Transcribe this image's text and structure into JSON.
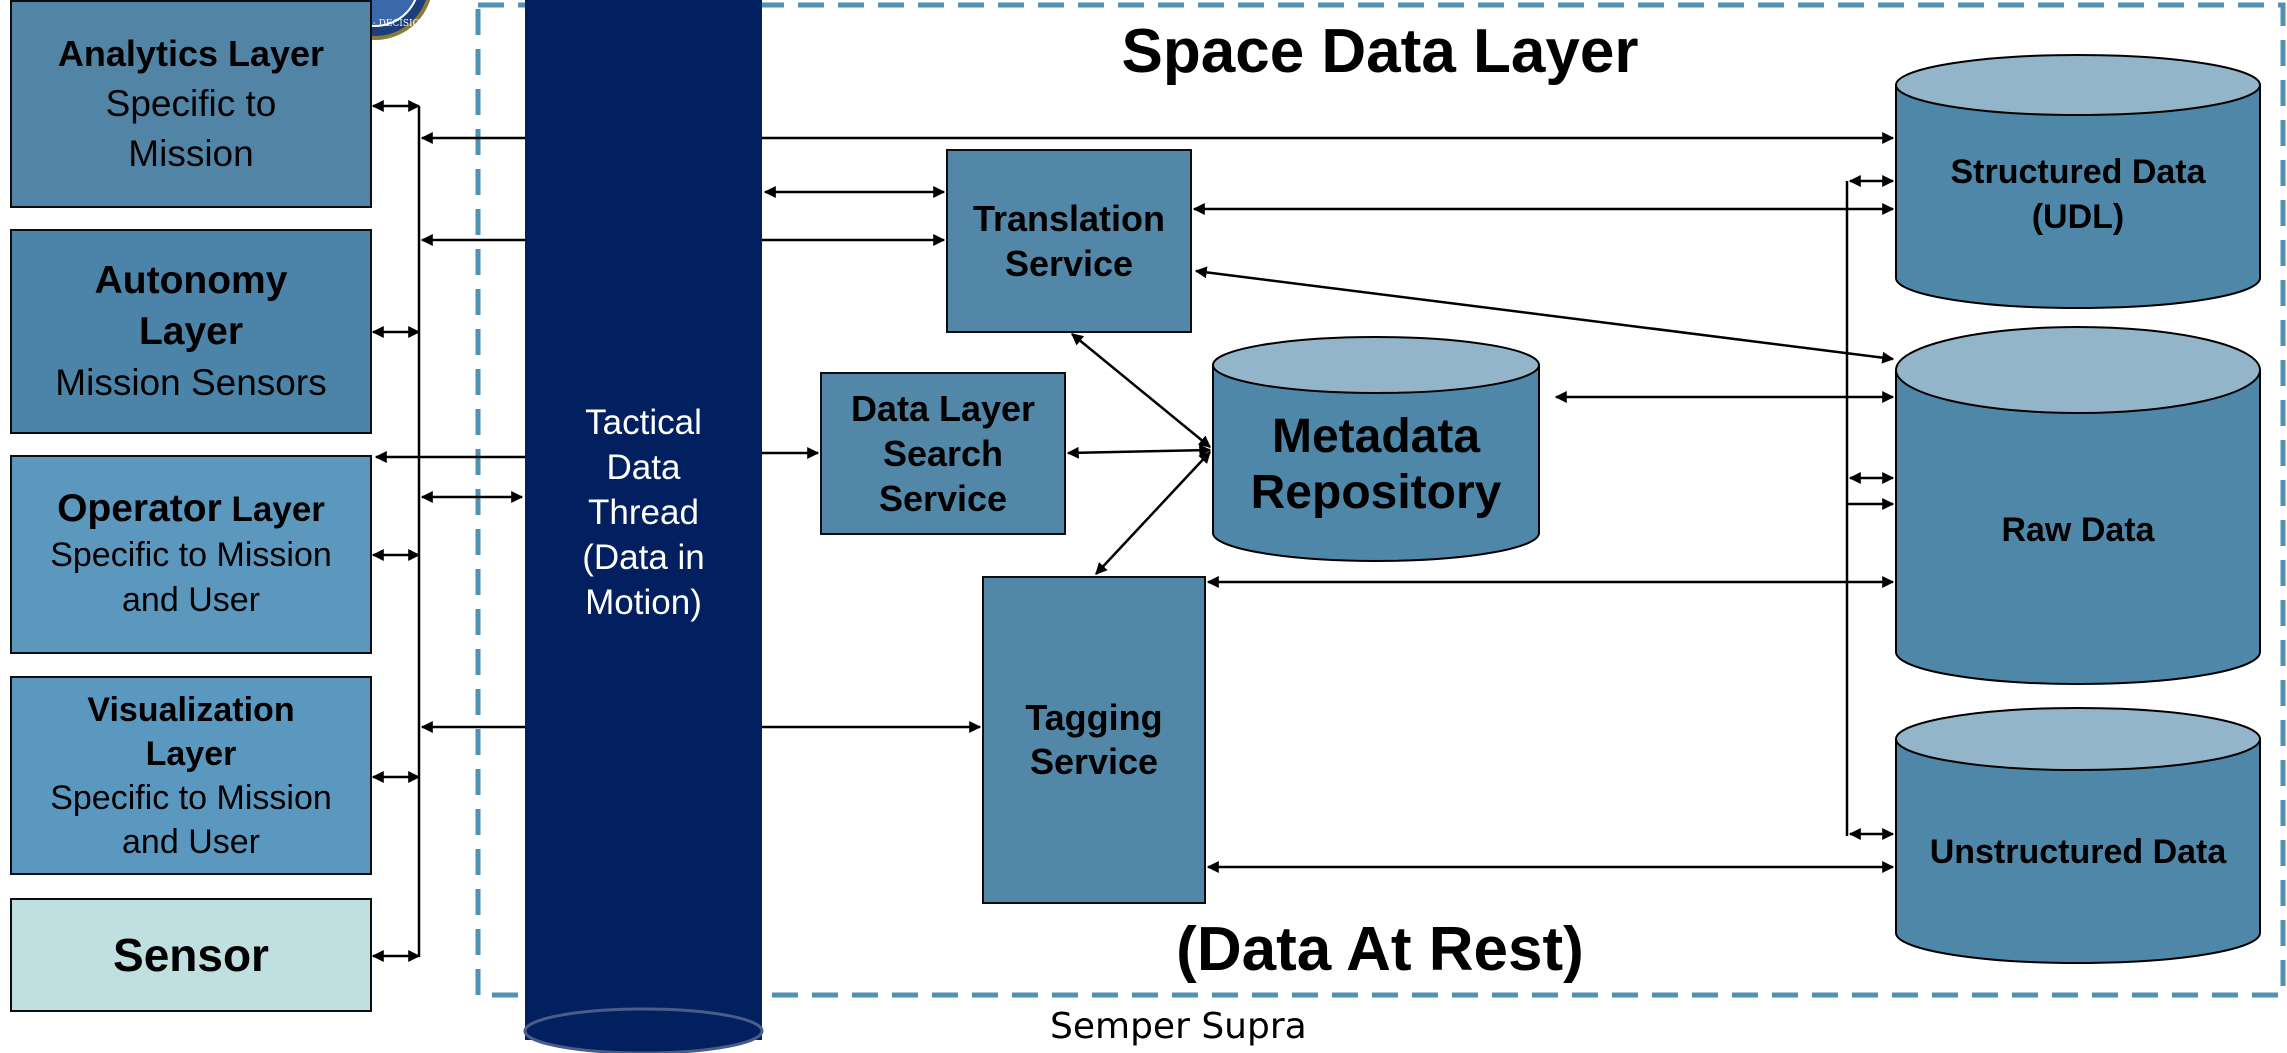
{
  "diagram": {
    "title": "Space Data Layer",
    "subtitle": "(Data At Rest)",
    "footer": "Semper Supra",
    "thread": {
      "lines": [
        "Tactical",
        "Data",
        "Thread",
        "(Data in",
        "Motion)"
      ]
    },
    "layers": {
      "analytics": {
        "title": "Analytics Layer",
        "desc": [
          "Specific to",
          "Mission"
        ]
      },
      "autonomy": {
        "title": [
          "Autonomy",
          "Layer"
        ],
        "desc": [
          "Mission Sensors"
        ]
      },
      "operator": {
        "title_bold": "Operator",
        "title_rest": " Layer",
        "desc": [
          "Specific to Mission",
          "and User"
        ]
      },
      "visualization": {
        "title": [
          "Visualization",
          "Layer"
        ],
        "desc": [
          "Specific to Mission",
          "and User"
        ]
      },
      "sensor": {
        "title": "Sensor"
      }
    },
    "services": {
      "translation": [
        "Translation",
        "Service"
      ],
      "search": [
        "Data Layer",
        "Search",
        "Service"
      ],
      "tagging": [
        "Tagging",
        "Service"
      ]
    },
    "stores": {
      "metadata": [
        "Metadata",
        "Repository"
      ],
      "structured": [
        "Structured Data",
        "(UDL)"
      ],
      "raw": "Raw Data",
      "unstructured": "Unstructured Data"
    },
    "colors": {
      "thread": "#02205f",
      "border_dashed": "#4f92b4",
      "cylinder_body": "#4f87a8",
      "cylinder_top": "#93b5c9",
      "service": "#5287a8",
      "sensor": "#bfdfe0"
    },
    "icons": {
      "emblem": "seal-emblem"
    }
  }
}
